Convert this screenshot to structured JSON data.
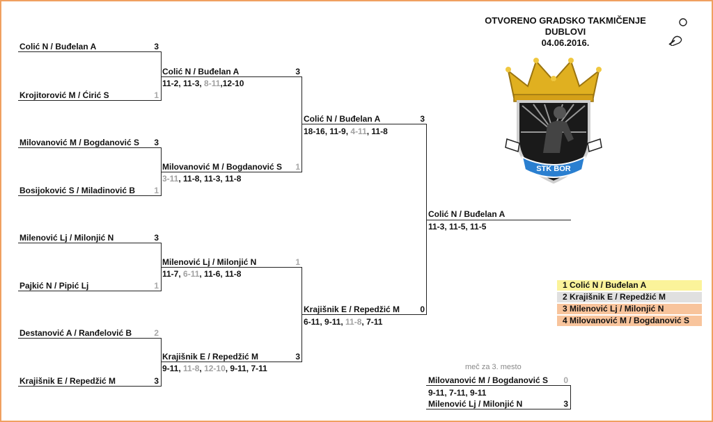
{
  "header": {
    "line1": "OTVORENO GRADSKO TAKMIČENJE",
    "line2": "DUBLOVI",
    "date": "04.06.2016."
  },
  "logo": {
    "text": "STK BOR",
    "colors": {
      "gold": "#e0b020",
      "crest": "#1a1a1a",
      "ribbon": "#2a7fd0"
    }
  },
  "round1": [
    {
      "name": "Colić N  /  Buđelan A",
      "score": "3"
    },
    {
      "name": "Krojitorović M / Ćirić S",
      "score": "1"
    },
    {
      "name": "Milovanović M / Bogdanović S",
      "score": "3"
    },
    {
      "name": "Bosijoković S  /  Miladinović B",
      "score": "1"
    },
    {
      "name": "Milenović Lj  /  Milonjić N",
      "score": "3"
    },
    {
      "name": "Pajkić N  /  Pipić Lj",
      "score": "1"
    },
    {
      "name": "Destanović A  / Ranđelović B",
      "score": "2"
    },
    {
      "name": "Krajišnik E  /  Repedžić M",
      "score": "3"
    }
  ],
  "round2": [
    {
      "name": "Colić N  /  Buđelan A",
      "score": "3",
      "sets": "11-2, 11-3, <span class=\"l\">8-11</span>,12-10"
    },
    {
      "name": "Milovanović M / Bogdanović S",
      "score": "1",
      "sets": "<span class=\"l\">3-11</span>, 11-8, 11-3, 11-8"
    },
    {
      "name": "Milenović Lj  /  Milonjić N",
      "score": "1",
      "sets": "11-7, <span class=\"l\">6-11</span>, 11-6, 11-8"
    },
    {
      "name": "Krajišnik E  /  Repedžić M",
      "score": "3",
      "sets": "9-11, <span class=\"l\">11-8</span>, <span class=\"l\">12-10</span>, 9-11, 7-11"
    }
  ],
  "round3": [
    {
      "name": "Colić N  /  Buđelan A",
      "score": "3",
      "sets": "18-16, 11-9, <span class=\"l\">4-11</span>, 11-8"
    },
    {
      "name": "Krajišnik E  /  Repedžić M",
      "score": "0",
      "sets": "6-11, 9-11, <span class=\"l\">11-8</span>, 7-11"
    }
  ],
  "final": {
    "name": "Colić N  /  Buđelan A",
    "sets": "11-3, 11-5, 11-5"
  },
  "third_place": {
    "label": "meč za 3. mesto",
    "team1": {
      "name": "Milovanović M / Bogdanović S",
      "score": "0"
    },
    "sets": "9-11, 7-11, 9-11",
    "team2": {
      "name": "Milenović Lj  /  Milonjić N",
      "score": "3"
    }
  },
  "standings": [
    {
      "text": "1  Colić N  /  Buđelan A",
      "color": "#fbf39a"
    },
    {
      "text": "2  Krajišnik E  /  Repedžić M",
      "color": "#e0e0e0"
    },
    {
      "text": "3  Milenović Lj  /  Milonjić N",
      "color": "#f8c49c"
    },
    {
      "text": "4  Milovanović M / Bogdanović S",
      "color": "#f8c49c"
    }
  ]
}
